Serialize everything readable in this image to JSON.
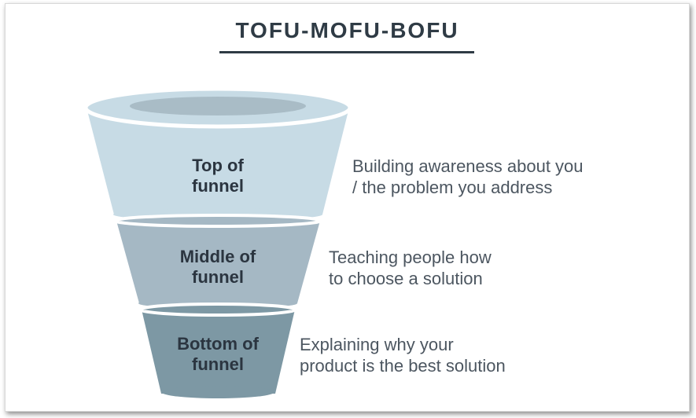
{
  "title": "TOFU-MOFU-BOFU",
  "stages": [
    {
      "label_line1": "Top of",
      "label_line2": "funnel",
      "desc_line1": "Building awareness about you",
      "desc_line2": "/ the problem you address"
    },
    {
      "label_line1": "Middle of",
      "label_line2": "funnel",
      "desc_line1": "Teaching people how",
      "desc_line2": "to choose a solution"
    },
    {
      "label_line1": "Bottom of",
      "label_line2": "funnel",
      "desc_line1": "Explaining why your",
      "desc_line2": "product is the best solution"
    }
  ],
  "colors": {
    "top": "#c7dbe5",
    "middle": "#a5b8c4",
    "bottom": "#7d98a4",
    "rim_inner": "#a9bcc6",
    "text_dark": "#2b3540"
  }
}
